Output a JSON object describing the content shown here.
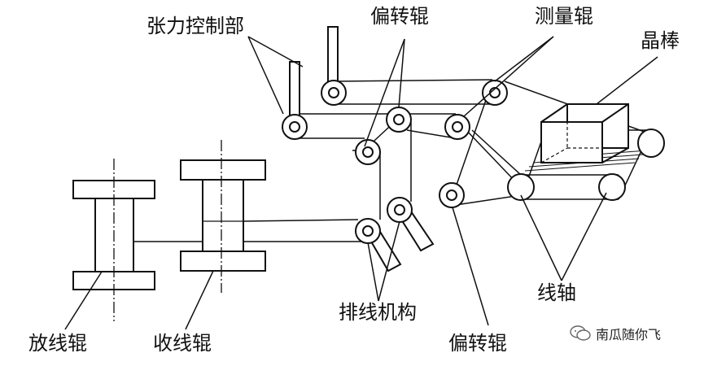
{
  "labels": {
    "tension_control": "张力控制部",
    "deflection_roller_top": "偏转辊",
    "measuring_roller": "测量辊",
    "crystal_rod": "晶棒",
    "wire_shaft": "线轴",
    "traverse_mechanism": "排线机构",
    "deflection_roller_bottom": "偏转辊",
    "pay_off_spool": "放线辊",
    "take_up_spool": "收线辊"
  },
  "watermark": "南瓜随你飞",
  "watermark_icon": "wechat-icon",
  "colors": {
    "stroke": "#111111",
    "background": "#ffffff"
  }
}
